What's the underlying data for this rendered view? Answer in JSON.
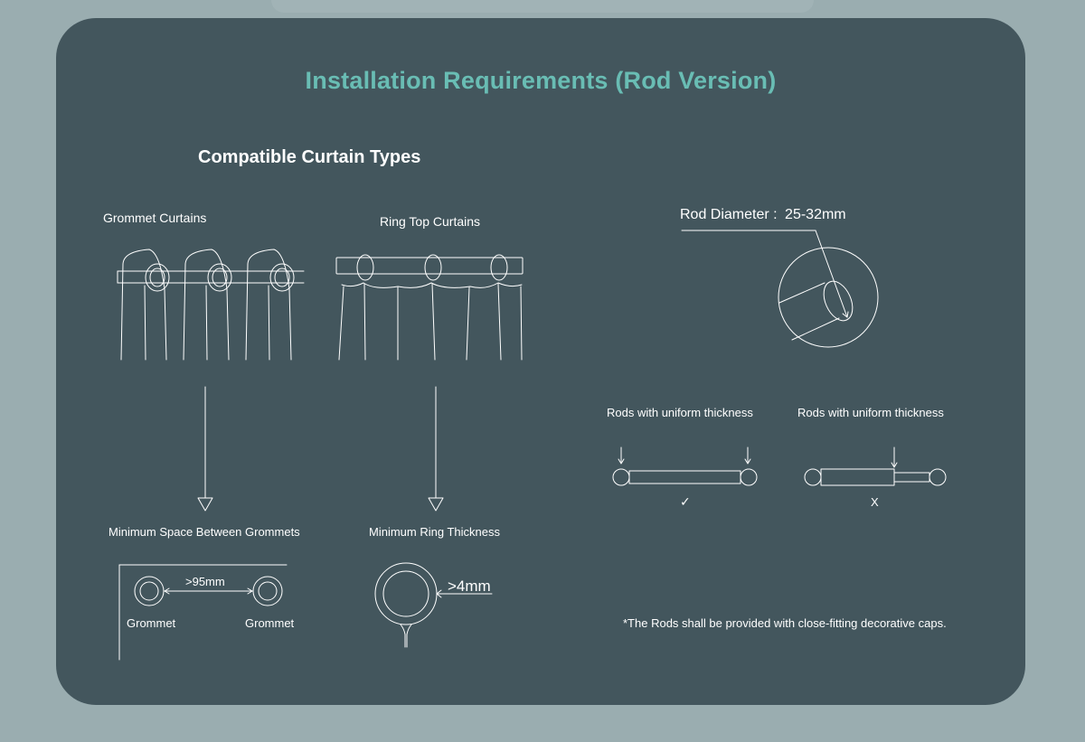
{
  "title": "Installation Requirements (Rod Version)",
  "section_title": "Compatible Curtain Types",
  "curtain_types": [
    {
      "label": "Grommet Curtains"
    },
    {
      "label": "Ring Top Curtains"
    }
  ],
  "minimum_space": {
    "label": "Minimum Space Between Grommets",
    "distance": ">95mm",
    "left_label": "Grommet",
    "right_label": "Grommet"
  },
  "ring_thickness": {
    "label": "Minimum Ring Thickness",
    "value": ">4mm"
  },
  "rod_diameter": {
    "label": "Rod Diameter :",
    "value": "25-32mm"
  },
  "rods": [
    {
      "label": "Rods with uniform thickness",
      "mark": "✓"
    },
    {
      "label": "Rods with uniform thickness",
      "mark": "X"
    }
  ],
  "note": "*The Rods shall be provided with close-fitting decorative caps.",
  "colors": {
    "panel": "#43565d",
    "background": "#9aadb0",
    "accent": "#69bdb4",
    "line": "#ffffff"
  }
}
